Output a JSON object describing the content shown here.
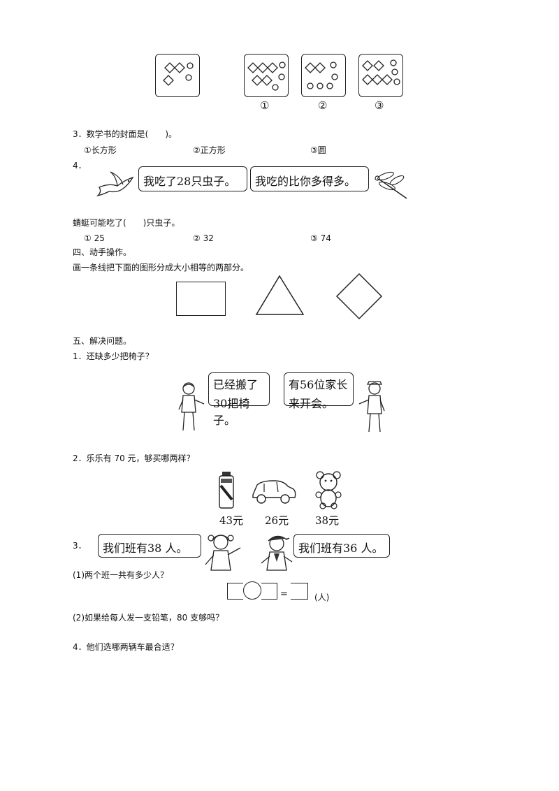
{
  "q2_options": [
    "①",
    "②",
    "③"
  ],
  "q3": {
    "question": "3．数学书的封面是(　　)。",
    "options": [
      "①长方形",
      "②正方形",
      "③圆"
    ]
  },
  "q4": {
    "number": "4．",
    "bird_speech": "我吃了28只虫子。",
    "dragonfly_speech": "我吃的比你多得多。",
    "question": "蜻蜓可能吃了(　　)只虫子。",
    "options": [
      "①  25",
      "②  32",
      "③  74"
    ]
  },
  "section4": {
    "title": "四、动手操作。",
    "instruction": "画一条线把下面的图形分成大小相等的两部分。"
  },
  "section5": {
    "title": "五、解决问题。",
    "p1": {
      "question": "1．还缺多少把椅子？",
      "boy_speech_1": "已经搬了",
      "boy_speech_2": "30把椅子。",
      "man_speech_1": "有56位家长",
      "man_speech_2": "来开会。"
    },
    "p2": {
      "question": "2．乐乐有 70 元，够买哪两样？",
      "prices": [
        "43元",
        "26元",
        "38元"
      ]
    },
    "p3": {
      "number": "3．",
      "girl_speech": "我们班有38 人。",
      "boy_speech": "我们班有36 人。",
      "sub1": "(1)两个班一共有多少人？",
      "equals": "=",
      "unit": "(人)",
      "sub2": "(2)如果给每人发一支铅笔，80 支够吗？"
    },
    "p4": {
      "question": "4．他们选哪两辆车最合适？"
    }
  }
}
